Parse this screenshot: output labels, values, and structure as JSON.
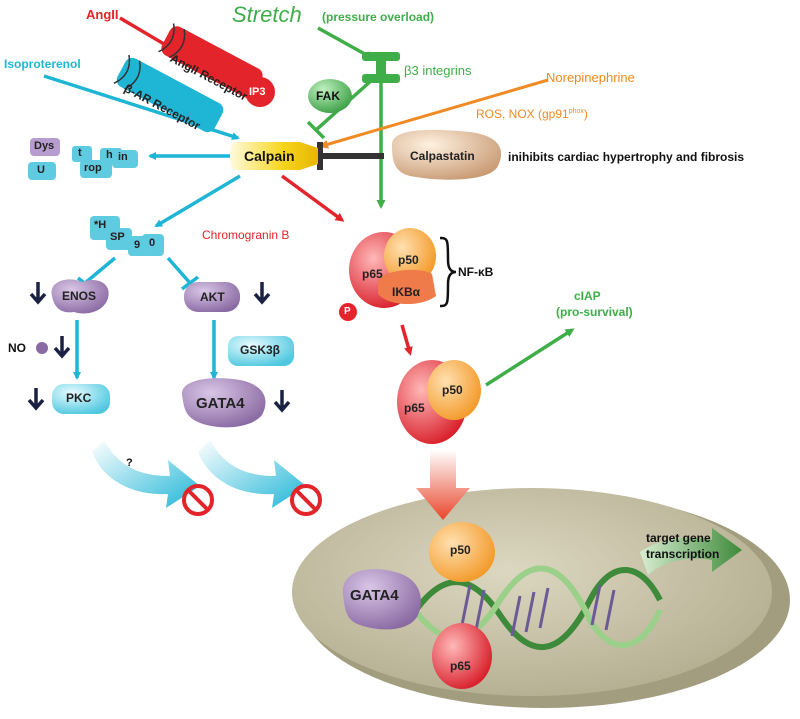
{
  "inputs": {
    "angII": "AngII",
    "stretch": "Stretch",
    "stretch_note": "(pressure overload)",
    "isoproterenol": "Isoproterenol",
    "norepinephrine": "Norepinephrine",
    "ros_nox": "ROS, NOX (gp91",
    "ros_nox_sup": "phox",
    "ros_nox_close": ")",
    "chromogranin": "Chromogranin B"
  },
  "receptors": {
    "angII_receptor": "AngII Receptor",
    "beta_ar_receptor": "β-AR Receptor",
    "ip3": "IP3",
    "beta3_integrins": "β3  integrins",
    "fak": "FAK"
  },
  "calpain": {
    "calpain": "Calpain",
    "calpastatin": "Calpastatin",
    "calpastatin_effect": "inihibits cardiac hypertrophy and fibrosis"
  },
  "substrates": {
    "dystrophin": [
      "Dys",
      "U",
      "t",
      "rop",
      "h",
      "in"
    ],
    "hsp90": [
      "*H",
      "SP",
      "9",
      "0"
    ]
  },
  "left_pathway": {
    "enos": "ENOS",
    "no": "NO",
    "pkc": "PKC",
    "question": "?"
  },
  "middle_pathway": {
    "akt": "AKT",
    "gsk3b": "GSK3β",
    "gata4": "GATA4"
  },
  "nfkb_complex": {
    "p65": "p65",
    "p50": "p50",
    "ikba": "IKBα",
    "phospho": "P",
    "label": "NF-κB"
  },
  "active_dimer": {
    "p65": "p65",
    "p50": "p50"
  },
  "survival": {
    "ciap": "cIAP",
    "ciap_note": "(pro-survival)"
  },
  "nucleus": {
    "gata4": "GATA4",
    "p50": "p50",
    "p65": "p65",
    "target_line1": "target gene",
    "target_line2": "transcription"
  },
  "colors": {
    "red": "#e3242b",
    "green": "#3fae49",
    "cyan": "#1fb6d6",
    "orange": "#f08a24",
    "navy": "#1b2142",
    "calpain_yellow": "#f7d51d",
    "nucleus": "#c9c3a8"
  }
}
